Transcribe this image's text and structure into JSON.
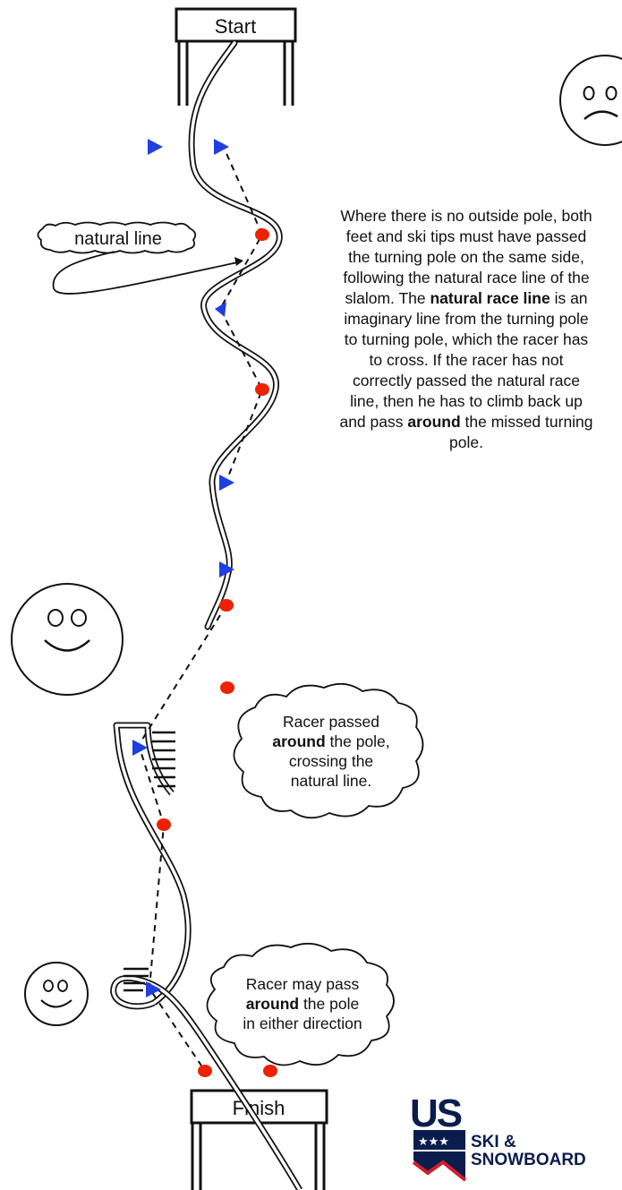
{
  "gates": {
    "start_label": "Start",
    "finish_label": "Finish"
  },
  "natural_line_label": "natural line",
  "explanation": {
    "p1": "Where there is no outside pole, both feet and ski tips must have passed the turning pole on the same side, following the natural race line of the slalom. The ",
    "b1": "natural race line",
    "p2": " is an imaginary line from the turning pole to turning pole, which the racer has to cross.  If the racer has not correctly passed the natural race line, then he has to climb back up and pass ",
    "b2": "around",
    "p3": " the missed turning pole."
  },
  "cloud_passed": {
    "l1": "Racer passed",
    "b": "around",
    "l2a": " the pole,",
    "l3": "crossing the",
    "l4": "natural line."
  },
  "cloud_either": {
    "l1": "Racer may pass",
    "b": "around",
    "l2a": " the pole",
    "l3": "in either direction"
  },
  "logo": {
    "us": "US",
    "line1": "SKI &",
    "line2": "SNOWBOARD"
  },
  "colors": {
    "outside_pole": "#1f3fe0",
    "turning_pole": "#ee2200",
    "ink": "#111111"
  },
  "faces": [
    "sad-face",
    "happy-face-large",
    "happy-face-small"
  ]
}
